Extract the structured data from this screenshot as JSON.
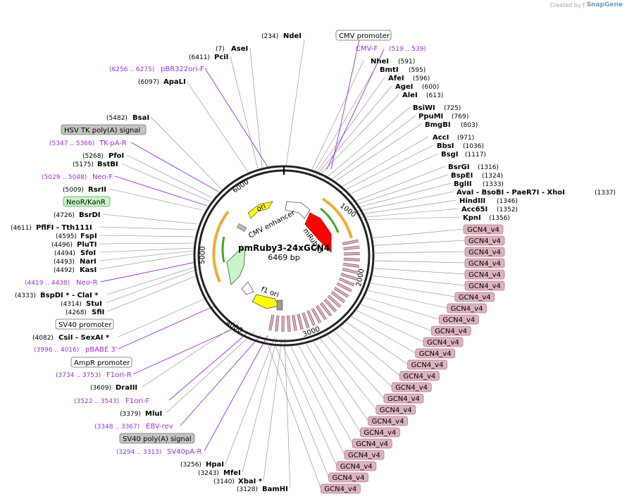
{
  "watermark": {
    "prefix": "Created by",
    "brand": "SnapGene"
  },
  "plasmid": {
    "name": "pmRuby3-24xGCN4",
    "size": "6469 bp"
  },
  "ticks": [
    "1000",
    "2000",
    "3000",
    "4000",
    "5000",
    "6000"
  ],
  "features": {
    "ori": "ori",
    "cmv_enhancer": "CMV enhancer",
    "mruby": "mRuby3",
    "f1_ori": "f1 ori"
  },
  "enzymes_right": [
    {
      "name": "NdeI",
      "pos": "(234)"
    },
    {
      "name": "NheI",
      "pos": "(591)"
    },
    {
      "name": "BmtI",
      "pos": "(595)"
    },
    {
      "name": "AfeI",
      "pos": "(596)"
    },
    {
      "name": "AgeI",
      "pos": "(600)"
    },
    {
      "name": "AleI",
      "pos": "(613)"
    },
    {
      "name": "BsiWI",
      "pos": "(725)"
    },
    {
      "name": "PpuMI",
      "pos": "(769)"
    },
    {
      "name": "BmgBI",
      "pos": "(803)"
    },
    {
      "name": "AccI",
      "pos": "(971)"
    },
    {
      "name": "BbsI",
      "pos": "(1036)"
    },
    {
      "name": "BsgI",
      "pos": "(1117)"
    },
    {
      "name": "BsrGI",
      "pos": "(1316)"
    },
    {
      "name": "BspEI",
      "pos": "(1324)"
    },
    {
      "name": "BglII",
      "pos": "(1333)"
    },
    {
      "name": "AvaI - BsoBI - PaeR7I - XhoI",
      "pos": "(1337)"
    },
    {
      "name": "HindIII",
      "pos": "(1346)"
    },
    {
      "name": "Acc65I",
      "pos": "(1352)"
    },
    {
      "name": "KpnI",
      "pos": "(1356)"
    }
  ],
  "enzymes_left": [
    {
      "name": "AseI",
      "pos": "(7)"
    },
    {
      "name": "PciI",
      "pos": "(6411)"
    },
    {
      "name": "ApaLI",
      "pos": "(6097)"
    },
    {
      "name": "BsaI",
      "pos": "(5482)"
    },
    {
      "name": "PfoI",
      "pos": "(5268)"
    },
    {
      "name": "BstBI",
      "pos": "(5175)"
    },
    {
      "name": "RsrII",
      "pos": "(5009)"
    },
    {
      "name": "BsrDI",
      "pos": "(4726)"
    },
    {
      "name": "PflFI - Tth111I",
      "pos": "(4611)"
    },
    {
      "name": "FspI",
      "pos": "(4595)"
    },
    {
      "name": "PluTI",
      "pos": "(4496)"
    },
    {
      "name": "SfoI",
      "pos": "(4494)"
    },
    {
      "name": "NarI",
      "pos": "(4493)"
    },
    {
      "name": "KasI",
      "pos": "(4492)"
    },
    {
      "name": "BspDI * - ClaI *",
      "pos": "(4333)"
    },
    {
      "name": "StuI",
      "pos": "(4314)"
    },
    {
      "name": "SfiI",
      "pos": "(4268)"
    },
    {
      "name": "CsiI - SexAI *",
      "pos": "(4082)"
    },
    {
      "name": "DraIII",
      "pos": "(3609)"
    },
    {
      "name": "MluI",
      "pos": "(3379)"
    },
    {
      "name": "HpaI",
      "pos": "(3256)"
    },
    {
      "name": "MfeI",
      "pos": "(3243)"
    },
    {
      "name": "XbaI *",
      "pos": "(3140)"
    },
    {
      "name": "BamHI",
      "pos": "(3128)"
    }
  ],
  "primers": [
    {
      "name": "CMV-F",
      "range": "(519 .. 539)"
    },
    {
      "name": "pBR322ori-F",
      "range": "(6256 .. 6275)"
    },
    {
      "name": "TK-pA-R",
      "range": "(5347 .. 5366)"
    },
    {
      "name": "Neo-F",
      "range": "(5029 .. 5048)"
    },
    {
      "name": "Neo-R",
      "range": "(4419 .. 4438)"
    },
    {
      "name": "pBABE 3'",
      "range": "(3996 .. 4016)"
    },
    {
      "name": "F1ori-R",
      "range": "(3734 .. 3753)"
    },
    {
      "name": "F1ori-F",
      "range": "(3522 .. 3543)"
    },
    {
      "name": "EBV-rev",
      "range": "(3348 .. 3367)"
    },
    {
      "name": "SV40pA-R",
      "range": "(3294 .. 3313)"
    }
  ],
  "boxes": {
    "cmv_promoter_top": "CMV promoter",
    "hsv_tk": "HSV TK poly(A) signal",
    "neo_kan": "NeoR/KanR",
    "sv40_promoter": "SV40 promoter",
    "ampr_promoter": "AmpR promoter",
    "sv40_polya": "SV40 poly(A) signal"
  },
  "gcn4_label": "GCN4_v4",
  "gcn4_count": 24,
  "colors": {
    "primer": "#9b30d9",
    "gcn4_fill": "#dcb3bd",
    "gcn4_stroke": "#b47a88",
    "mruby": "#ff0000",
    "neo": "#c6f5c6",
    "ori": "#ffff00",
    "cds_orange": "#f4a939",
    "cds_green": "#43a624"
  }
}
